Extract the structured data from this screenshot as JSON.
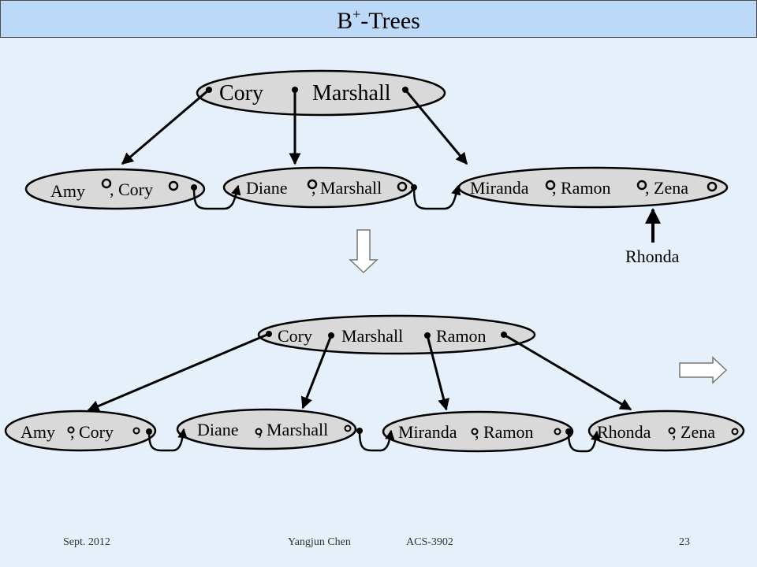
{
  "title": {
    "main": "B",
    "sup": "+",
    "suffix": "-Trees"
  },
  "top_tree": {
    "root": {
      "k1": "Cory",
      "k2": "Marshall"
    },
    "leaf1": {
      "a": "Amy",
      "b": ", Cory"
    },
    "leaf2": {
      "a": "Diane",
      "b": ", Marshall"
    },
    "leaf3": {
      "a": "Miranda",
      "b": ", Ramon",
      "c": ", Zena"
    },
    "insert_key": "Rhonda"
  },
  "bottom_tree": {
    "root": {
      "k1": "Cory",
      "k2": "Marshall",
      "k3": "Ramon"
    },
    "leaf1": {
      "a": "Amy",
      "b": ", Cory"
    },
    "leaf2": {
      "a": "Diane",
      "b": ", Marshall"
    },
    "leaf3": {
      "a": "Miranda",
      "b": ", Ramon"
    },
    "leaf4": {
      "a": "Rhonda",
      "b": ", Zena"
    }
  },
  "footer": {
    "date": "Sept. 2012",
    "author": "Yangjun Chen",
    "course": "ACS-3902",
    "page": "23"
  }
}
